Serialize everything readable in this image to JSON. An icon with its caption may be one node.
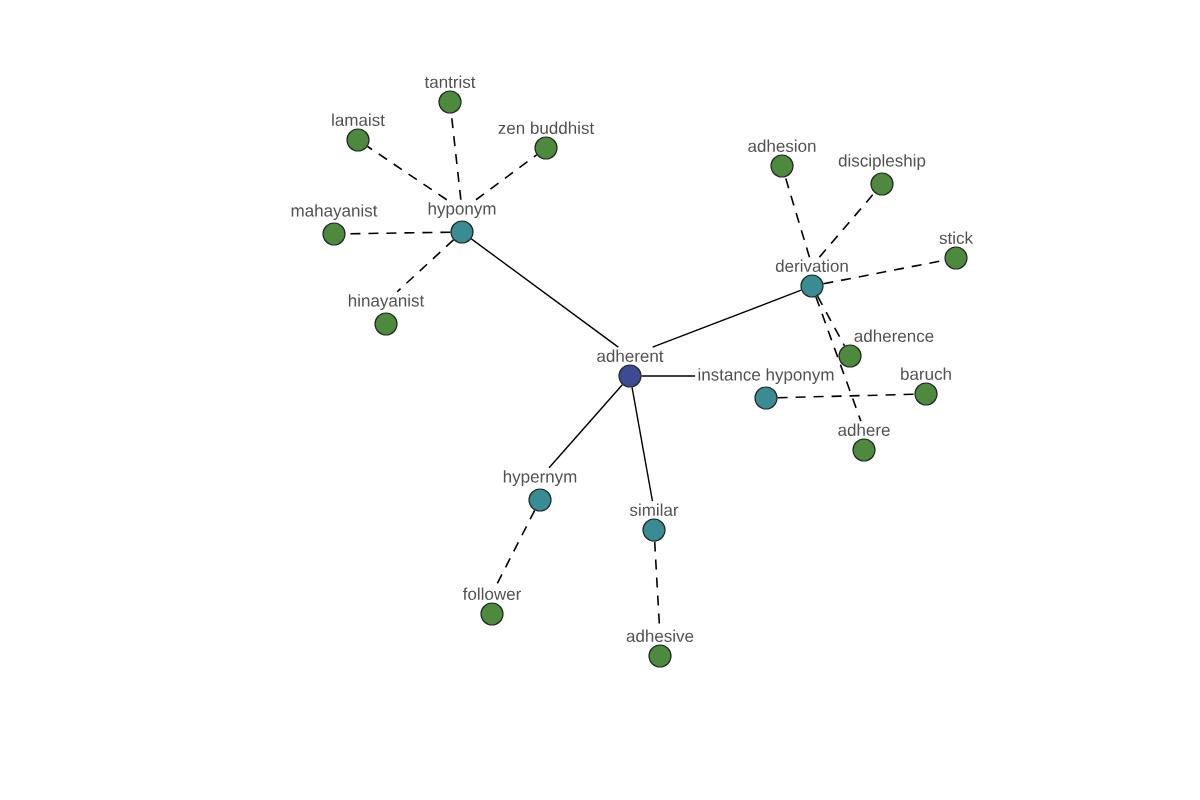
{
  "diagram": {
    "nodes": [
      {
        "text": [
          "adherent"
        ]
      },
      {
        "text": [
          "hyponym"
        ]
      },
      {
        "text": [
          "tantrist"
        ]
      },
      {
        "text": [
          "lamaist"
        ]
      },
      {
        "text": [
          "zen buddhist"
        ]
      },
      {
        "text": [
          "mahayanist"
        ]
      },
      {
        "text": [
          "hinayanist"
        ]
      },
      {
        "text": [
          "derivation"
        ]
      },
      {
        "text": [
          "adhesion"
        ]
      },
      {
        "text": [
          "discipleship"
        ]
      },
      {
        "text": [
          "stick"
        ]
      },
      {
        "text": [
          "adherence"
        ]
      },
      {
        "text": [
          "adhere"
        ]
      },
      {
        "text": [
          "instance hyponym"
        ]
      },
      {
        "text": [
          "baruch"
        ]
      },
      {
        "text": [
          "hypernym"
        ]
      },
      {
        "text": [
          "follower"
        ]
      },
      {
        "text": [
          "similar"
        ]
      },
      {
        "text": [
          "adhesive"
        ]
      }
    ],
    "edges": [
      {
        "from": 0,
        "to": 1,
        "arrow": "none"
      },
      {
        "from": 1,
        "to": 2,
        "arrow": "none",
        "style": "dashed"
      },
      {
        "from": 1,
        "to": 3,
        "arrow": "none",
        "style": "dashed"
      },
      {
        "from": 1,
        "to": 4,
        "arrow": "none",
        "style": "dashed"
      },
      {
        "from": 1,
        "to": 5,
        "arrow": "none",
        "style": "dashed"
      },
      {
        "from": 1,
        "to": 6,
        "arrow": "none",
        "style": "dashed"
      },
      {
        "from": 0,
        "to": 7,
        "arrow": "none"
      },
      {
        "from": 7,
        "to": 8,
        "arrow": "none",
        "style": "dashed"
      },
      {
        "from": 7,
        "to": 9,
        "arrow": "none",
        "style": "dashed"
      },
      {
        "from": 7,
        "to": 10,
        "arrow": "none",
        "style": "dashed"
      },
      {
        "from": 7,
        "to": 11,
        "arrow": "none",
        "style": "dashed"
      },
      {
        "from": 7,
        "to": 12,
        "arrow": "none",
        "style": "dashed"
      },
      {
        "from": 0,
        "to": 13,
        "arrow": "none"
      },
      {
        "from": 13,
        "to": 14,
        "arrow": "none",
        "style": "dashed"
      },
      {
        "from": 0,
        "to": 15,
        "arrow": "none"
      },
      {
        "from": 15,
        "to": 16,
        "arrow": "none",
        "style": "dashed"
      },
      {
        "from": 0,
        "to": 17,
        "arrow": "none"
      },
      {
        "from": 17,
        "to": 18,
        "arrow": "none",
        "style": "dashed"
      }
    ]
  }
}
